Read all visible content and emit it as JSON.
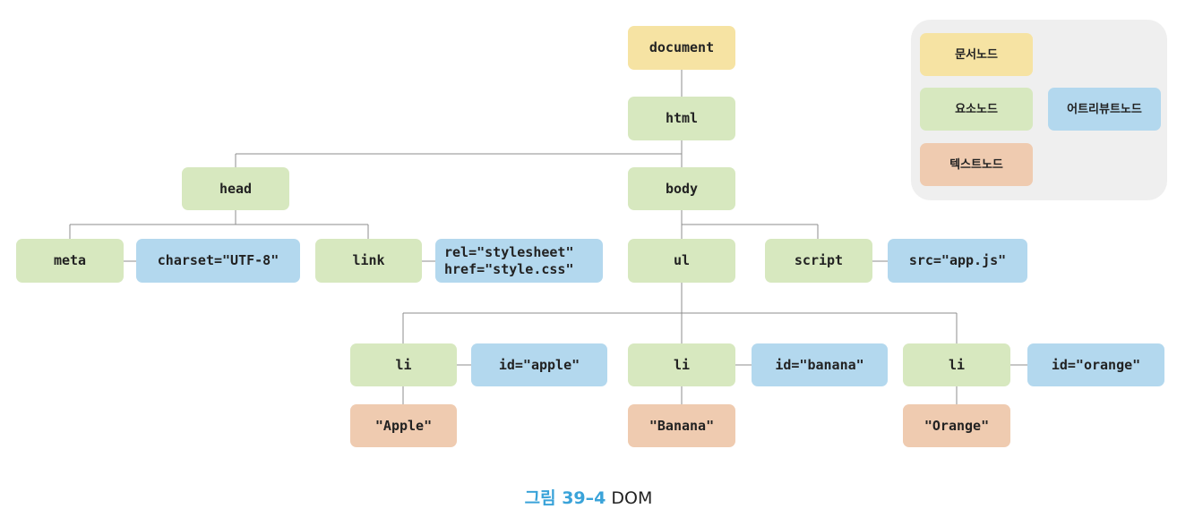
{
  "diagram": {
    "nodes": {
      "document": "document",
      "html": "html",
      "head": "head",
      "body": "body",
      "meta": "meta",
      "meta_attr": "charset=\"UTF-8\"",
      "link": "link",
      "link_attr": "rel=\"stylesheet\"\nhref=\"style.css\"",
      "ul": "ul",
      "script": "script",
      "script_attr": "src=\"app.js\"",
      "li_apple": "li",
      "li_apple_attr": "id=\"apple\"",
      "li_apple_text": "\"Apple\"",
      "li_banana": "li",
      "li_banana_attr": "id=\"banana\"",
      "li_banana_text": "\"Banana\"",
      "li_orange": "li",
      "li_orange_attr": "id=\"orange\"",
      "li_orange_text": "\"Orange\""
    },
    "legend": {
      "document_node": "문서노드",
      "element_node": "요소노드",
      "attribute_node": "어트리뷰트노드",
      "text_node": "텍스트노드"
    },
    "colors": {
      "document": "#f6e3a3",
      "element": "#d7e8bf",
      "attribute": "#b3d8ee",
      "text": "#efcbb0",
      "caption_accent": "#3aa3d9"
    }
  },
  "caption": {
    "figure_label": "그림 39–4",
    "title": "DOM"
  }
}
